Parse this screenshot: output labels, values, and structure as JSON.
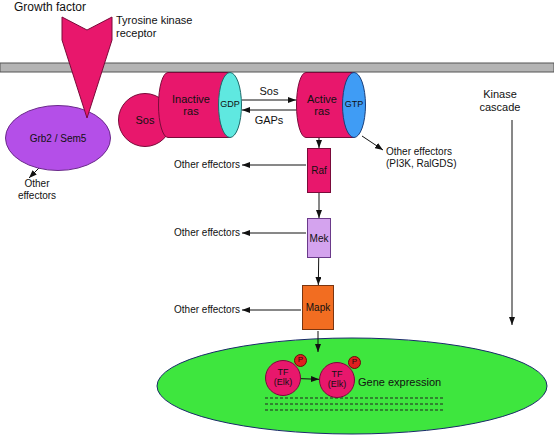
{
  "diagram": {
    "nodes": [
      {
        "text": [
          "Grb2 / Sem5"
        ]
      },
      {
        "text": [
          "Sos"
        ]
      },
      {
        "text": [
          "Inactive ras"
        ]
      },
      {
        "text": [
          "GDP"
        ],
        "in": 2
      },
      {
        "text": [
          "Active ras"
        ]
      },
      {
        "text": [
          "GTP"
        ],
        "in": 4
      },
      {
        "text": [
          "Raf"
        ]
      },
      {
        "text": [
          "Mek"
        ]
      },
      {
        "text": [
          "Mapk"
        ]
      },
      {
        "text": [
          "TF (Elk)"
        ]
      },
      {
        "text": [
          "P"
        ],
        "in": 9
      },
      {
        "text": [
          "TF (Elk)"
        ]
      },
      {
        "text": [
          "P"
        ],
        "in": 11
      }
    ],
    "edges": [
      {
        "from": 2,
        "to": 4,
        "label": "Sos",
        "arrow": "to"
      },
      {
        "from": 4,
        "to": 2,
        "label": "GAPs",
        "arrow": "to"
      },
      {
        "from": 4,
        "to": 6,
        "arrow": "to"
      },
      {
        "from": 6,
        "to": 7,
        "arrow": "to"
      },
      {
        "from": 7,
        "to": 8,
        "arrow": "to"
      },
      {
        "from": 9,
        "to": 11,
        "arrow": "to"
      }
    ],
    "labels": [
      "Growth factor",
      "Tyrosine kinase receptor",
      "Kinase cascade",
      "Other effectors",
      "Other effectors",
      "Other effectors (PI3K, RalGDS)",
      "Other effectors",
      "Other effectors",
      "Gene expression"
    ]
  }
}
